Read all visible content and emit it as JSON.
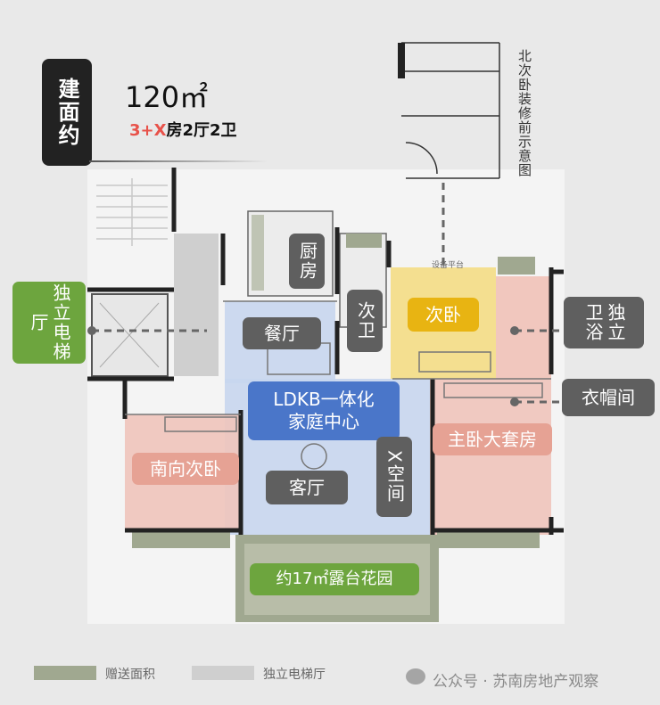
{
  "header": {
    "badge": "建面约",
    "area": "120㎡",
    "layout_highlight": "3+X",
    "layout_rest": "房2厅2卫"
  },
  "annotation_north": "北次卧装修前示意图",
  "plan_note": "设备平台",
  "rooms": {
    "kitchen": "厨房",
    "dining": "餐厅",
    "second_bath": "次卫",
    "second_bed": "次卧",
    "private_bath": "独立卫浴",
    "wardrobe": "衣帽间",
    "ldkb": "LDKB一体化家庭中心",
    "master": "主卧大套房",
    "south_bed": "南向次卧",
    "living": "客厅",
    "x_space": "X空间",
    "elevator": "独立电梯厅",
    "terrace": "约17㎡露台花园"
  },
  "legend": [
    {
      "label": "赠送面积",
      "color": "#a0a890"
    },
    {
      "label": "独立电梯厅",
      "color": "#cfcfcf"
    }
  ],
  "watermark": "公众号 · 苏南房地产观察",
  "colors": {
    "green": "#6da53e",
    "blue": "#4a76c9",
    "yellow": "#e8b412",
    "pink": "#e6a294",
    "dark": "#5f5f5f",
    "accent_red": "#e8524a"
  }
}
